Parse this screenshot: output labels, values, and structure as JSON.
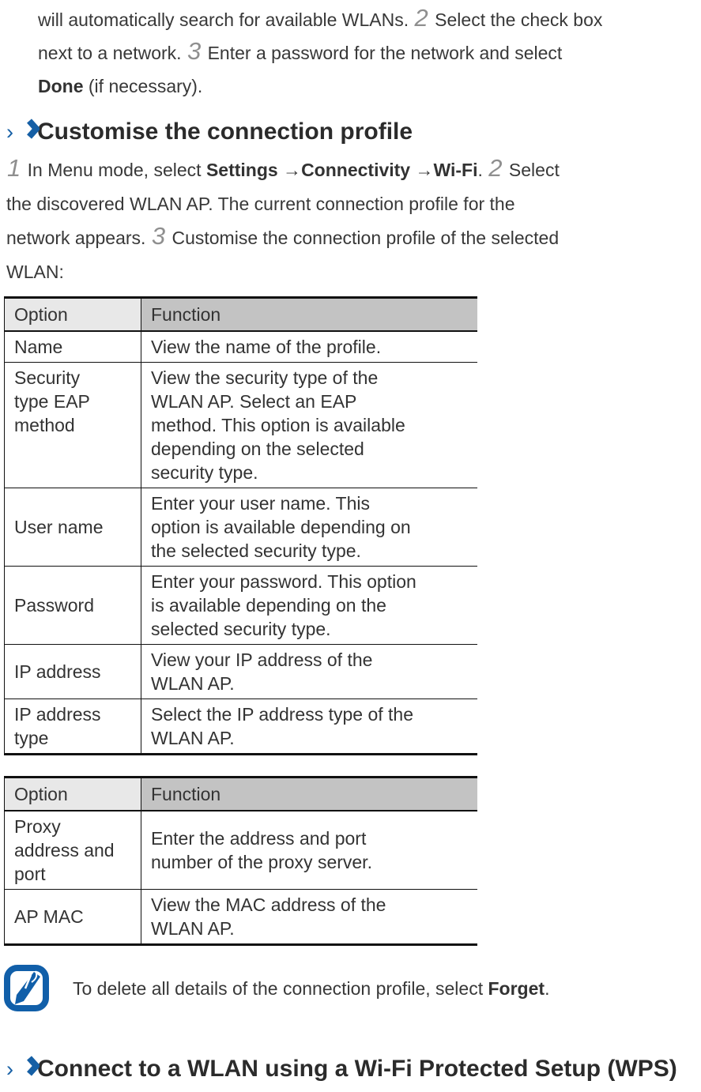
{
  "colors": {
    "accent_blue": "#155fa5",
    "step_number_gray": "#8f8f8f",
    "body_text": "#383838",
    "heading_text": "#2b2b2b",
    "table_header_option_bg": "#e8e8e8",
    "table_header_function_bg": "#c3c3c3",
    "table_border": "#111111"
  },
  "intro": {
    "lines": [
      [
        {
          "t": "will automatically search for available WLANs. ",
          "s": "n"
        },
        {
          "t": "2",
          "s": "num"
        },
        {
          "t": " Select the check box",
          "s": "n"
        }
      ],
      [
        {
          "t": "next to a network. ",
          "s": "n"
        },
        {
          "t": "3",
          "s": "num"
        },
        {
          "t": " Enter a password for the network and select",
          "s": "n"
        }
      ],
      [
        {
          "t": "Done",
          "s": "b"
        },
        {
          "t": " (if necessary).",
          "s": "n"
        }
      ]
    ]
  },
  "section1": {
    "marker": "›",
    "title": "Customise the connection profile"
  },
  "steps": {
    "lines": [
      [
        {
          "t": "1",
          "s": "num"
        },
        {
          "t": " In Menu mode, select ",
          "s": "n"
        },
        {
          "t": "Settings",
          "s": "b"
        },
        {
          "t": " →",
          "s": "n"
        },
        {
          "t": "Connectivity",
          "s": "b"
        },
        {
          "t": " →",
          "s": "n"
        },
        {
          "t": "Wi-Fi",
          "s": "b"
        },
        {
          "t": ". ",
          "s": "n"
        },
        {
          "t": "2",
          "s": "num"
        },
        {
          "t": " Select",
          "s": "n"
        }
      ],
      [
        {
          "t": "the discovered WLAN AP. The current connection profile for the",
          "s": "n"
        }
      ],
      [
        {
          "t": "network appears. ",
          "s": "n"
        },
        {
          "t": "3",
          "s": "num"
        },
        {
          "t": " Customise the connection profile of the selected",
          "s": "n"
        }
      ],
      [
        {
          "t": "WLAN:",
          "s": "n"
        }
      ]
    ]
  },
  "table1": {
    "headers": [
      "Option",
      "Function"
    ],
    "rows": [
      {
        "option": "Name",
        "function": "View the name of the profile."
      },
      {
        "option": "Security\ntype EAP\nmethod",
        "function": "View the security type of the\nWLAN AP. Select an EAP\nmethod. This option is available\ndepending on the selected\nsecurity type."
      },
      {
        "option": "User name",
        "function": "Enter your user name. This\noption is available depending on\nthe selected security type."
      },
      {
        "option": "Password",
        "function": "Enter your password. This option\nis available depending on the\nselected security type."
      },
      {
        "option": "IP address",
        "function": "View your IP address of the\nWLAN AP."
      },
      {
        "option": "IP address\ntype",
        "function": "Select the IP address type of the\nWLAN AP."
      }
    ]
  },
  "table2": {
    "headers": [
      "Option",
      "Function"
    ],
    "rows": [
      {
        "option": "Proxy\naddress and\nport",
        "function": "Enter the address and port\nnumber of the proxy server."
      },
      {
        "option": "AP MAC",
        "function": "View the MAC address of the\nWLAN AP."
      }
    ]
  },
  "note": {
    "icon": "note-pencil-icon",
    "segments": [
      {
        "t": "To delete all details of the connection profile, select ",
        "s": "n"
      },
      {
        "t": "Forget",
        "s": "b"
      },
      {
        "t": ".",
        "s": "n"
      }
    ]
  },
  "section2": {
    "marker": "›",
    "title": "Connect to a WLAN using a Wi-Fi Protected Setup (WPS)"
  }
}
